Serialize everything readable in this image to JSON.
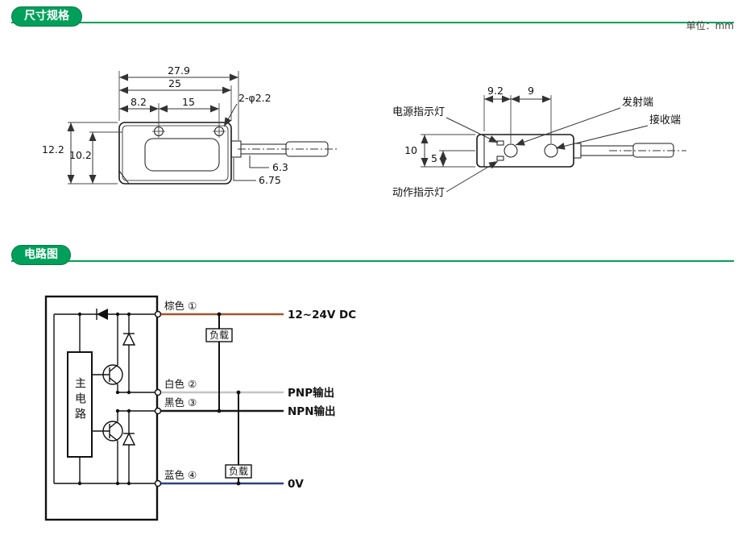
{
  "page": {
    "unit_label": "单位：mm"
  },
  "sections": {
    "dimensions": {
      "title": "尺寸规格"
    },
    "circuit": {
      "title": "电路图"
    }
  },
  "side_view": {
    "dim_total_length": "27.9",
    "dim_body_length": "25",
    "dim_hole_offset": "8.2",
    "dim_hole_pitch": "15",
    "dim_holes": "2-φ2.2",
    "dim_height": "12.2",
    "dim_inner_height": "10.2",
    "dim_6_3": "6.3",
    "dim_6_75": "6.75"
  },
  "top_view": {
    "dim_9_2": "9.2",
    "dim_9": "9",
    "dim_width": "10",
    "dim_half_width": "5",
    "power_indicator_label": "电源指示灯",
    "emitter_label": "发射端",
    "receiver_label": "接收端",
    "operation_indicator_label": "动作指示灯"
  },
  "circuit": {
    "main_circuit_label": "主电路",
    "load_labels": [
      "负载",
      "负载"
    ],
    "wires": [
      {
        "label": "棕色 ①",
        "terminal": "12~24V DC",
        "color": "#a5552a"
      },
      {
        "label": "白色 ②",
        "terminal": "PNP输出",
        "color": "#c4c4c4"
      },
      {
        "label": "黑色 ③",
        "terminal": "NPN输出",
        "color": "#1a1a1a"
      },
      {
        "label": "蓝色 ④",
        "terminal": "0V",
        "color": "#2b3f8e"
      }
    ]
  }
}
